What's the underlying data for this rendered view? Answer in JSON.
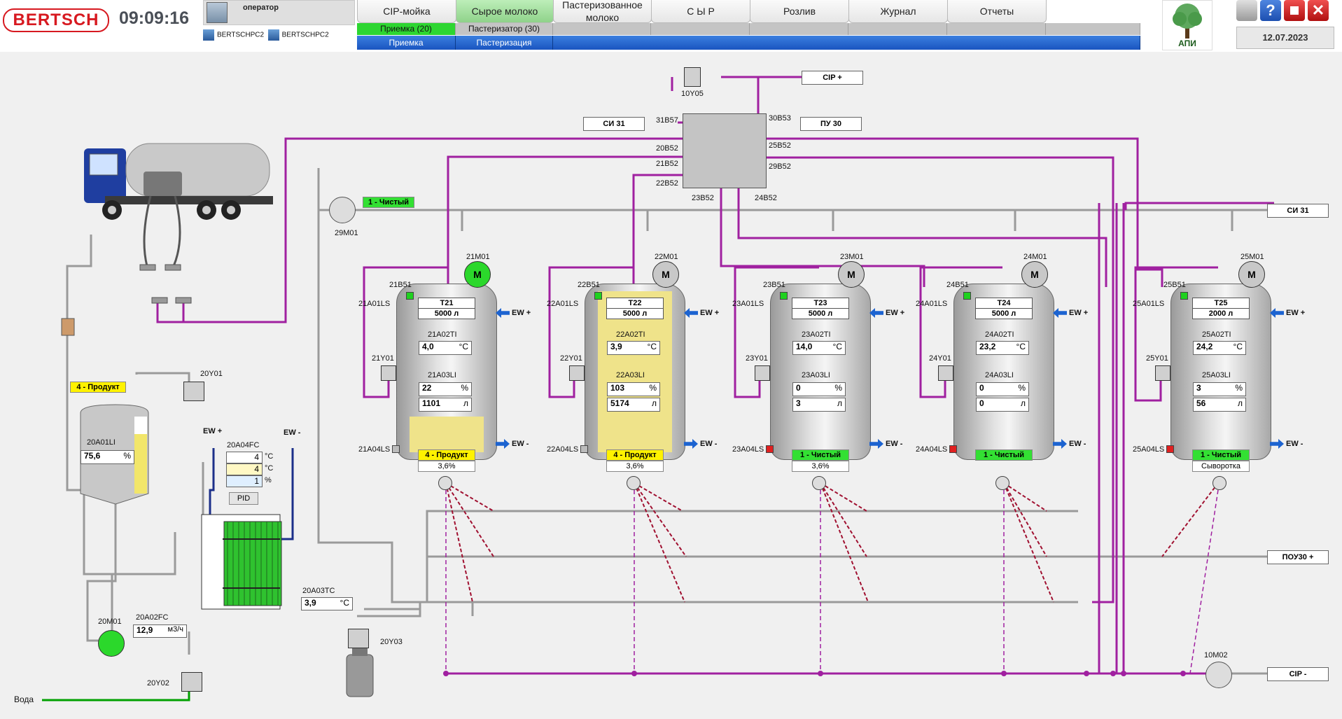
{
  "header": {
    "logo": "BERTSCH",
    "clock": "09:09:16",
    "user": "оператор",
    "pc1": "BERTSCHPC2",
    "pc2": "BERTSCHPC2",
    "tabs": [
      "CIP-мойка",
      "Сырое молоко",
      "Пастеризованное молоко",
      "С Ы Р",
      "Розлив",
      "Журнал",
      "Отчеты"
    ],
    "active_tab": "Сырое молоко",
    "strip_row1": [
      "Приемка (20)",
      "Пастеризатор (30)"
    ],
    "strip_row2": [
      "Приемка",
      "Пастеризация"
    ],
    "brand_logo_text": "АПИ",
    "date": "12.07.2023",
    "icons": [
      "speaker-icon",
      "help-icon",
      "stop-icon",
      "close-icon"
    ]
  },
  "colors": {
    "product_pipe": "#a020a0",
    "green_status": "#33e033",
    "yellow_status": "#fff200",
    "ew_blue": "#1c63d0",
    "water_green": "#00a000"
  },
  "lines": {
    "cip_plus": "CIP +",
    "si31_left": "СИ 31",
    "pu30": "ПУ 30",
    "si31_right": "СИ 31",
    "pou30_plus": "ПОУ30 +",
    "cip_minus": "CIP -",
    "water": "Вода"
  },
  "valve_matrix": {
    "labels_left": [
      "31B57",
      "20B52",
      "21B52",
      "22B52"
    ],
    "labels_right": [
      "30B53",
      "25B52",
      "29B52"
    ],
    "labels_bottom": [
      "23B52",
      "24B52"
    ],
    "valve_top": "10Y05"
  },
  "reception": {
    "pump_29": "29M01",
    "pump_29_status": "1 - Чистый",
    "buffer_status": "4 - Продукт",
    "buffer_level_label": "20A01LI",
    "buffer_level_value": "75,6",
    "buffer_level_unit": "%",
    "valve_20y01": "20Y01",
    "ew_plus": "EW +",
    "ew_minus": "EW -",
    "fc_label": "20A04FC",
    "fc_rows": [
      {
        "value": "4",
        "unit": "°C"
      },
      {
        "value": "4",
        "unit": "°C"
      },
      {
        "value": "1",
        "unit": "%"
      }
    ],
    "pid": "PID",
    "pump_20": "20M01",
    "flow_label": "20A02FC",
    "flow_value": "12,9",
    "flow_unit": "м3/ч",
    "temp_label": "20A03TC",
    "temp_value": "3,9",
    "temp_unit": "°C",
    "valve_20y02": "20Y02",
    "valve_20y03": "20Y03"
  },
  "tanks": [
    {
      "id": "T21",
      "vol": "5000 л",
      "motor": "21M01",
      "motor_on": true,
      "b51": "21B51",
      "ls_top": "21A01LS",
      "ls_bot": "21A04LS",
      "y01": "21Y01",
      "ti_label": "21A02TI",
      "ti": "4,0",
      "li_label": "21A03LI",
      "li_pct": "22",
      "li_l": "1101",
      "status": "4 - Продукт",
      "status_color": "yellow",
      "fat": "3,6%",
      "fill": 0.22
    },
    {
      "id": "T22",
      "vol": "5000 л",
      "motor": "22M01",
      "motor_on": false,
      "b51": "22B51",
      "ls_top": "22A01LS",
      "ls_bot": "22A04LS",
      "y01": "22Y01",
      "ti_label": "22A02TI",
      "ti": "3,9",
      "li_label": "22A03LI",
      "li_pct": "103",
      "li_l": "5174",
      "status": "4 - Продукт",
      "status_color": "yellow",
      "fat": "3,6%",
      "fill": 1.0
    },
    {
      "id": "T23",
      "vol": "5000 л",
      "motor": "23M01",
      "motor_on": false,
      "b51": "23B51",
      "ls_top": "23A01LS",
      "ls_bot": "23A04LS",
      "y01": "23Y01",
      "ti_label": "23A02TI",
      "ti": "14,0",
      "li_label": "23A03LI",
      "li_pct": "0",
      "li_l": "3",
      "status": "1 - Чистый",
      "status_color": "green",
      "fat": "3,6%",
      "fill": 0.0
    },
    {
      "id": "T24",
      "vol": "5000 л",
      "motor": "24M01",
      "motor_on": false,
      "b51": "24B51",
      "ls_top": "24A01LS",
      "ls_bot": "24A04LS",
      "y01": "24Y01",
      "ti_label": "24A02TI",
      "ti": "23,2",
      "li_label": "24A03LI",
      "li_pct": "0",
      "li_l": "0",
      "status": "1 - Чистый",
      "status_color": "green",
      "fat": "",
      "fill": 0.0
    },
    {
      "id": "T25",
      "vol": "2000 л",
      "motor": "25M01",
      "motor_on": false,
      "b51": "25B51",
      "ls_top": "25A01LS",
      "ls_bot": "25A04LS",
      "y01": "25Y01",
      "ti_label": "25A02TI",
      "ti": "24,2",
      "li_label": "25A03LI",
      "li_pct": "3",
      "li_l": "56",
      "status": "1 - Чистый",
      "status_color": "green",
      "fat": "Сыворотка",
      "fill": 0.0
    }
  ],
  "tank_units": {
    "temp": "°C",
    "pct": "%",
    "liters": "л",
    "ew_plus": "EW +",
    "ew_minus": "EW -",
    "motor_glyph": "M"
  },
  "pump_10": "10M02"
}
